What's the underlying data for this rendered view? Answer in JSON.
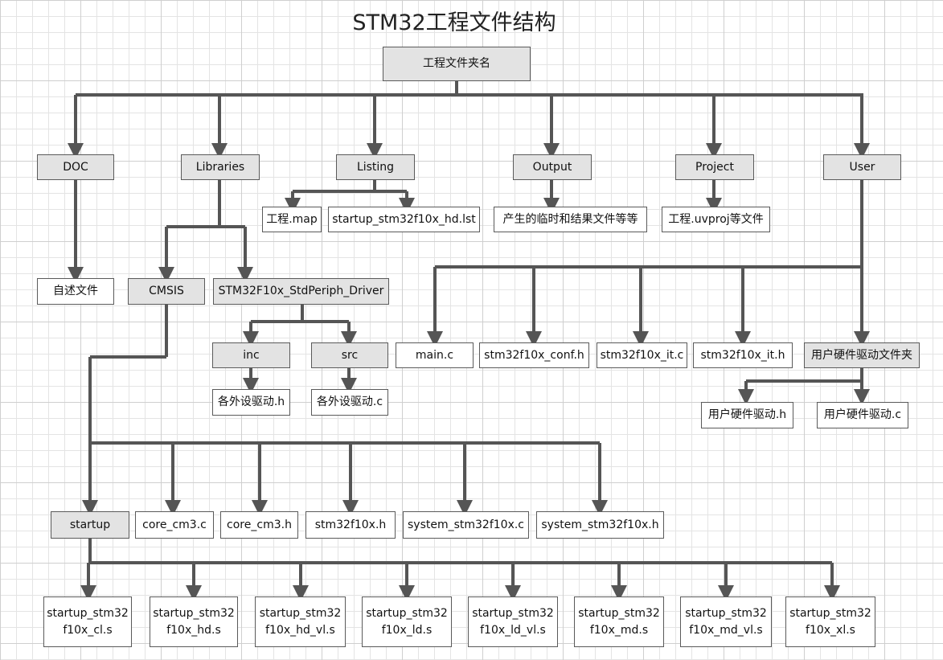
{
  "title": "STM32工程文件结构",
  "root": {
    "label": "工程文件夹名"
  },
  "top_folders": {
    "doc": "DOC",
    "libraries": "Libraries",
    "listing": "Listing",
    "output": "Output",
    "project": "Project",
    "user": "User"
  },
  "doc_children": [
    "自述文件"
  ],
  "listing_children": [
    "工程.map",
    "startup_stm32f10x_hd.lst"
  ],
  "output_children": [
    "产生的临时和结果文件等等"
  ],
  "project_children": [
    "工程.uvproj等文件"
  ],
  "libraries_children": {
    "cmsis": "CMSIS",
    "stdperiph": "STM32F10x_StdPeriph_Driver"
  },
  "stdperiph_children": {
    "inc": "inc",
    "src": "src"
  },
  "inc_children": [
    "各外设驱动.h"
  ],
  "src_children": [
    "各外设驱动.c"
  ],
  "user_children": [
    "main.c",
    "stm32f10x_conf.h",
    "stm32f10x_it.c",
    "stm32f10x_it.h",
    "用户硬件驱动文件夹"
  ],
  "user_driver_children": [
    "用户硬件驱动.h",
    "用户硬件驱动.c"
  ],
  "cmsis_children": [
    "startup",
    "core_cm3.c",
    "core_cm3.h",
    "stm32f10x.h",
    "system_stm32f10x.c",
    "system_stm32f10x.h"
  ],
  "startup_children": [
    "startup_stm32\nf10x_cl.s",
    "startup_stm32\nf10x_hd.s",
    "startup_stm32\nf10x_hd_vl.s",
    "startup_stm32\nf10x_ld.s",
    "startup_stm32\nf10x_ld_vl.s",
    "startup_stm32\nf10x_md.s",
    "startup_stm32\nf10x_md_vl.s",
    "startup_stm32\nf10x_xl.s"
  ]
}
